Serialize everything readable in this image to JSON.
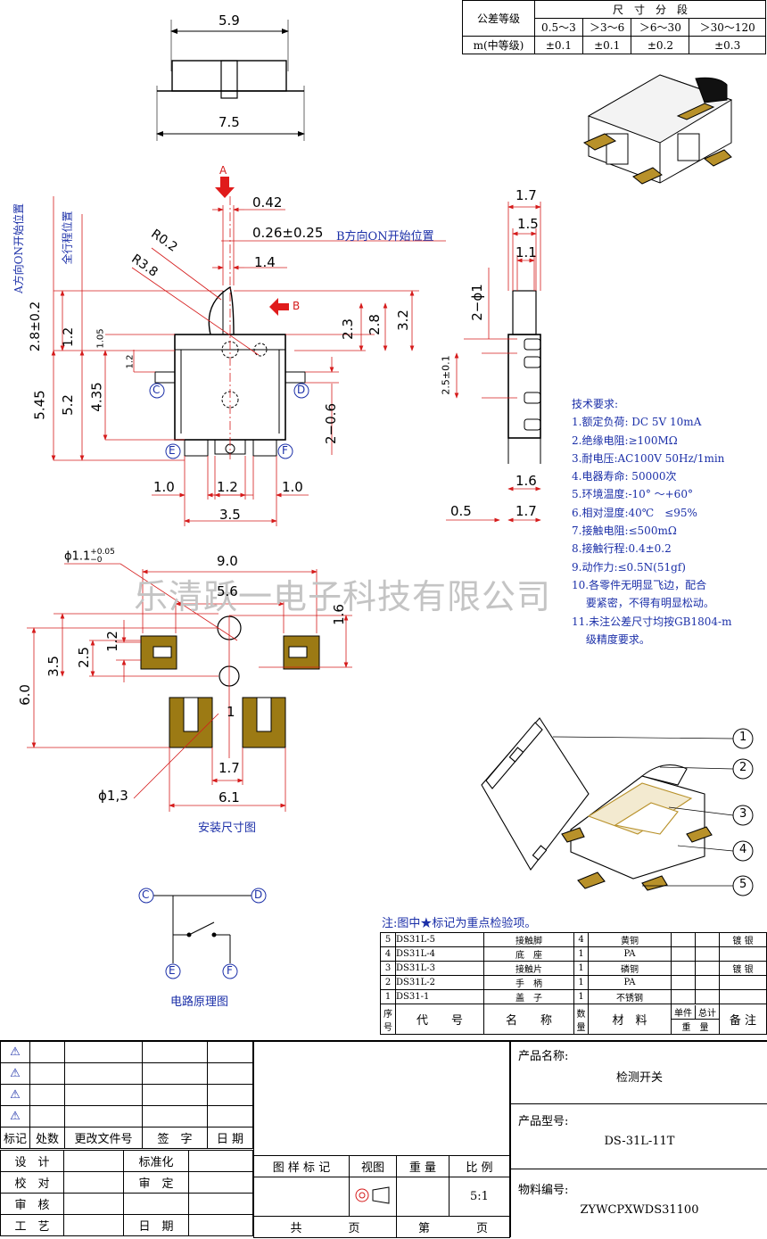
{
  "tolerance_table": {
    "label": "公差等级",
    "header": "尺　寸　分　段",
    "ranges": [
      "0.5～3",
      "＞3～6",
      "＞6～30",
      "＞30～120"
    ],
    "row_label": "m(中等级)",
    "values": [
      "±0.1",
      "±0.1",
      "±0.2",
      "±0.3"
    ]
  },
  "dims": {
    "d_5_9": "5.9",
    "d_7_5": "7.5",
    "d_0_42": "0.42",
    "d_026": "0.26±0.25",
    "d_026_note": "B方向ON开始位置",
    "d_1_4": "1.4",
    "r02": "R0.2",
    "r38": "R3.8",
    "label_a": "A",
    "label_b": "B",
    "a_on": "A方向ON开始位置",
    "full_travel": "全行程位置",
    "d_2_8_02": "2.8±0.2",
    "d_1_2a": "1.2",
    "d_1_05": "1.05",
    "d_1_2b": "1.2",
    "d_5_45": "5.45",
    "d_5_2": "5.2",
    "d_4_35": "4.35",
    "d_2_3": "2.3",
    "d_2_8": "2.8",
    "d_3_2": "3.2",
    "d_2_06": "2−0.6",
    "d_1_0a": "1.0",
    "d_1_2c": "1.2",
    "d_1_0b": "1.0",
    "d_3_5": "3.5",
    "pin_c": "C",
    "pin_d": "D",
    "pin_e": "E",
    "pin_f": "F",
    "s_1_7": "1.7",
    "s_1_5": "1.5",
    "s_1_1": "1.1",
    "s_2phi1": "2−ϕ1",
    "s_25": "2.5±0.1",
    "s_1_6": "1.6",
    "s_0_5": "0.5",
    "s_1_7b": "1.7",
    "phi11": "ϕ1.1",
    "phi11_sup": "+0.05",
    "phi11_sub": "−0",
    "m_9_0": "9.0",
    "m_5_6": "5.6",
    "m_1_6": "1.6",
    "m_1_2": "1.2",
    "m_2_5": "2.5",
    "m_3_5": "3.5",
    "m_6_0": "6.0",
    "m_1": "1",
    "m_1_7": "1.7",
    "m_6_1": "6.1",
    "phi13": "ϕ1,3",
    "mount_title": "安装尺寸图",
    "circuit_title": "电路原理图"
  },
  "requirements": {
    "title": "技术要求:",
    "items": [
      "1.额定负荷: DC 5V 10mA",
      "2.绝缘电阻:≥100MΩ",
      "3.耐电压:AC100V 50Hz/1min",
      "4.电器寿命: 50000次",
      "5.环境温度:-10° ～+60°",
      "6.相对湿度:40℃　≤95%",
      "7.接触电阻:≤500mΩ",
      "8.接触行程:0.4±0.2",
      "9.动作力:≤0.5N(51gf)",
      "10.各零件无明显飞边，配合",
      "　 要紧密，不得有明显松动。",
      "11.未注公差尺寸均按GB1804-m",
      "　 级精度要求。"
    ]
  },
  "watermark": "乐清跃一电子科技有限公司",
  "callouts": [
    "1",
    "2",
    "3",
    "4",
    "5"
  ],
  "note": "注:图中★标记为重点检验项。",
  "bom": {
    "rows": [
      {
        "no": "5",
        "code": "DS31L-5",
        "name": "接触脚",
        "qty": "4",
        "mat": "黄铜",
        "remark": "镀 银"
      },
      {
        "no": "4",
        "code": "DS31L-4",
        "name": "底　座",
        "qty": "1",
        "mat": "PA",
        "remark": ""
      },
      {
        "no": "3",
        "code": "DS31L-3",
        "name": "接触片",
        "qty": "1",
        "mat": "磷铜",
        "remark": "镀 银"
      },
      {
        "no": "2",
        "code": "DS31L-2",
        "name": "手　柄",
        "qty": "1",
        "mat": "PA",
        "remark": ""
      },
      {
        "no": "1",
        "code": "DS31-1",
        "name": "盖　子",
        "qty": "1",
        "mat": "不锈钢",
        "remark": ""
      }
    ],
    "h_no": "序号",
    "h_code": "代　　号",
    "h_name": "名　　称",
    "h_qty": "数量",
    "h_mat": "材　料",
    "h_unit": "单件",
    "h_total": "总计",
    "h_weight": "重　量",
    "h_remark": "备 注"
  },
  "title_block": {
    "rev_h": [
      "标记",
      "处数",
      "更改文件号",
      "签　字",
      "日 期"
    ],
    "design": "设　计",
    "std": "标准化",
    "check": "校　对",
    "audit": "审　定",
    "review": "审　核",
    "process": "工　艺",
    "date": "日　期",
    "mark": "图 样 标 记",
    "view": "视图",
    "weight": "重 量",
    "scale": "比 例",
    "scale_val": "5:1",
    "total": "共　　　　页",
    "page": "第　　　　页",
    "name_label": "产品名称:",
    "name_val": "检测开关",
    "model_label": "产品型号:",
    "model_val": "DS-31L-11T",
    "code_label": "物料编号:",
    "code_val": "ZYWCPXWDS31100"
  }
}
